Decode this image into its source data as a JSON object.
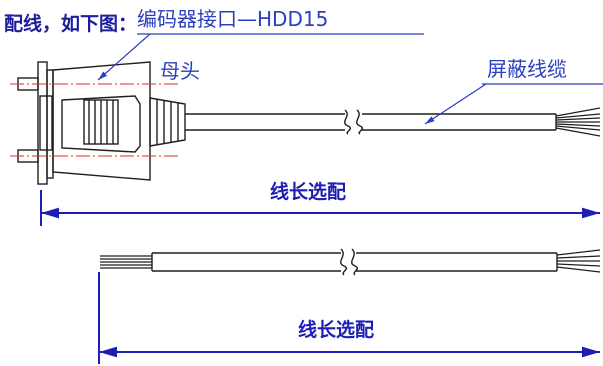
{
  "header": {
    "text": "配线，如下图："
  },
  "top_diagram": {
    "connector_label": "编码器接口—HDD15",
    "connector_sublabel": "母头",
    "cable_label": "屏蔽线缆",
    "length_label": "线长选配"
  },
  "bottom_diagram": {
    "length_label": "线长选配"
  },
  "colors": {
    "line": "#1f1f1f",
    "callout": "#2c3fbd",
    "length": "#1e1eb4",
    "centerline": "#e32a2a",
    "header": "#1d1d9e"
  }
}
